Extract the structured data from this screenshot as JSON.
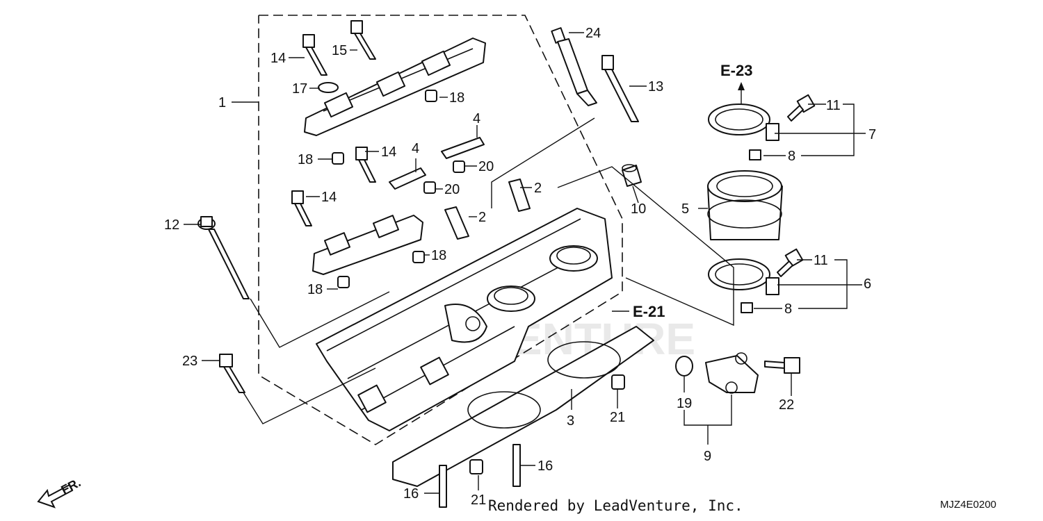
{
  "diagram": {
    "part_callouts": [
      "1",
      "2",
      "2",
      "3",
      "4",
      "4",
      "5",
      "6",
      "7",
      "8",
      "8",
      "9",
      "10",
      "11",
      "11",
      "12",
      "13",
      "14",
      "14",
      "14",
      "15",
      "16",
      "16",
      "17",
      "18",
      "18",
      "18",
      "18",
      "19",
      "20",
      "20",
      "21",
      "21",
      "22",
      "23",
      "24"
    ],
    "reference_labels": [
      "E-23",
      "E-21"
    ],
    "direction_label": "FR.",
    "watermark_text": "LEADVENTURE",
    "footer_text": "Rendered by LeadVenture, Inc.",
    "diagram_code": "MJZ4E0200"
  },
  "colors": {
    "line": "#111111",
    "background": "#ffffff",
    "watermark": "#d8d8d8"
  }
}
